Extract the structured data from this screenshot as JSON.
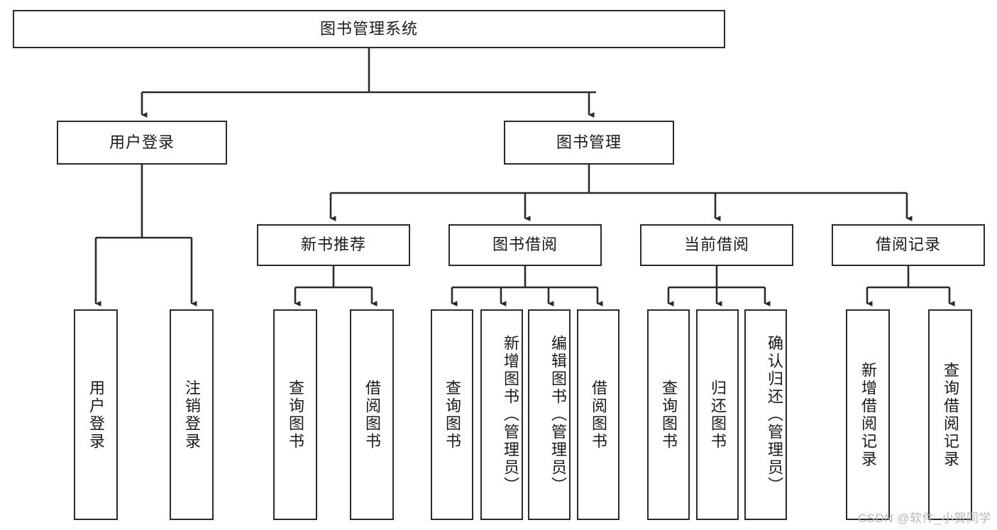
{
  "diagram": {
    "title_node": {
      "label": "图书管理系统"
    },
    "level2": [
      {
        "id": "user-login",
        "label": "用户登录"
      },
      {
        "id": "book-management",
        "label": "图书管理"
      }
    ],
    "level3": [
      {
        "id": "new-book-recommend",
        "label": "新书推荐"
      },
      {
        "id": "book-borrow",
        "label": "图书借阅"
      },
      {
        "id": "current-borrow",
        "label": "当前借阅"
      },
      {
        "id": "borrow-record",
        "label": "借阅记录"
      }
    ],
    "leaves": {
      "user_login": [
        {
          "id": "leaf-user-login",
          "label": "用户登录"
        },
        {
          "id": "leaf-logout-login",
          "label": "注销登录"
        }
      ],
      "new_book_recommend": [
        {
          "id": "leaf-query-book-1",
          "label": "查询图书"
        },
        {
          "id": "leaf-borrow-book-1",
          "label": "借阅图书"
        }
      ],
      "book_borrow": [
        {
          "id": "leaf-query-book-2",
          "label": "查询图书"
        },
        {
          "id": "leaf-add-book",
          "label": "新增图书（管理员）"
        },
        {
          "id": "leaf-edit-book",
          "label": "编辑图书（管理员）"
        },
        {
          "id": "leaf-borrow-book-2",
          "label": "借阅图书"
        }
      ],
      "current_borrow": [
        {
          "id": "leaf-query-book-3",
          "label": "查询图书"
        },
        {
          "id": "leaf-return-book",
          "label": "归还图书"
        },
        {
          "id": "leaf-confirm-return",
          "label": "确认归还（管理员）"
        }
      ],
      "borrow_record": [
        {
          "id": "leaf-add-record",
          "label": "新增借阅记录"
        },
        {
          "id": "leaf-query-record",
          "label": "查询借阅记录"
        }
      ]
    },
    "watermark": "CSDN @软件_小贺同学",
    "colors": {
      "stroke": "#2b2b2b",
      "fill": "#ffffff",
      "text": "#1a1a1a",
      "watermark": "#b8b8b8",
      "background": "#ffffff"
    }
  }
}
